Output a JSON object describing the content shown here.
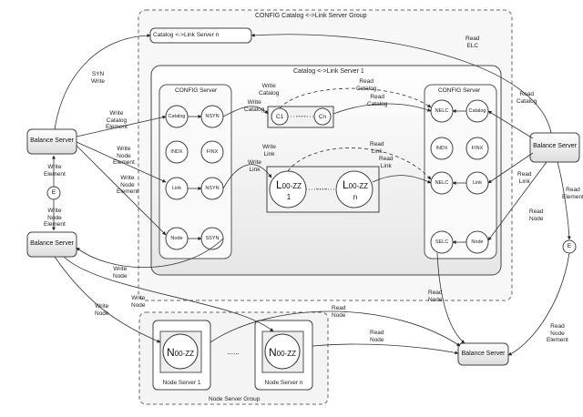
{
  "groups": {
    "config_group": "CONFIG   Catalog <->Link  Server Group",
    "inner_server": "Catalog <->Link  Server 1",
    "catalog_link_server_n": "Catalog <->Link  Server n",
    "node_group": "Node Server Group"
  },
  "config_left": {
    "title": "CONFIG  Server",
    "catalog": "Catalog",
    "nsyn1": "NSYN",
    "indx": "INDX",
    "finx": "FINX",
    "link": "Link",
    "nsyn2": "NSYN",
    "node": "Node",
    "ssyn": "SSYN"
  },
  "config_right": {
    "title": "CONFIG  Server",
    "nelc1": "NELC",
    "catalog": "Catalog",
    "indx": "INDX",
    "finx": "FINX",
    "nelc2": "NELC",
    "link": "Link",
    "selc": "SELC",
    "node": "Node"
  },
  "catalog_store": {
    "c1": "C1",
    "dots": "......",
    "cn": "Cn"
  },
  "link_store": {
    "l1_main": "L",
    "l1_sub": "00-ZZ",
    "l1_idx": "1",
    "dots": "......",
    "ln_main": "L",
    "ln_sub": "00-ZZ",
    "ln_idx": "n"
  },
  "node_servers": {
    "n1_main": "N",
    "n1_sub": "00-ZZ",
    "n1_label": "Node  Server 1",
    "dots": "......",
    "nn_main": "N",
    "nn_sub": "00-ZZ",
    "nn_label": "Node  Server n"
  },
  "servers": {
    "balance_left_top": "Balance Server",
    "balance_left_bottom": "Balance Server",
    "balance_right": "Balance Server",
    "balance_bottom": "Balance Server",
    "e_left": "E",
    "e_right": "E"
  },
  "labels": {
    "syn_write": "SYN\nWrite",
    "write_catalog_element": "Write\nCatalog\nElement",
    "write_node_element_1": "Write\nNode\nElement",
    "write_node_element_2": "Write\nNode\nElement",
    "write_element": "Write\nElement",
    "write_node_element_3": "Write\nNode\nElement",
    "write_catalog_top": "Write\nCatalog",
    "write_catalog_mid": "Write\nCatalog",
    "read_catalog_top": "Read\nCatalog",
    "read_catalog_mid": "Read\nCatalog",
    "write_link_top": "Write\nLink",
    "write_link_mid": "Write\nLink",
    "read_link_top": "Read\nLink",
    "read_link_mid": "Read\nLink",
    "read_elc": "Read\nELC",
    "read_catalog_right": "Read\nCatalog",
    "read_link_right": "Read\nLink",
    "read_node_right": "Read\nNode",
    "read_element_right": "Read\nElement",
    "write_node_ssyn": "Write\nNode",
    "write_node_bottom1": "Write\nNode",
    "write_node_bottom2": "Write\nNode",
    "read_node_1": "Read\nNode",
    "read_node_2": "Read\nNode",
    "read_node_selc": "Read\nNode",
    "read_node_element": "Read\nNode\nElement"
  }
}
